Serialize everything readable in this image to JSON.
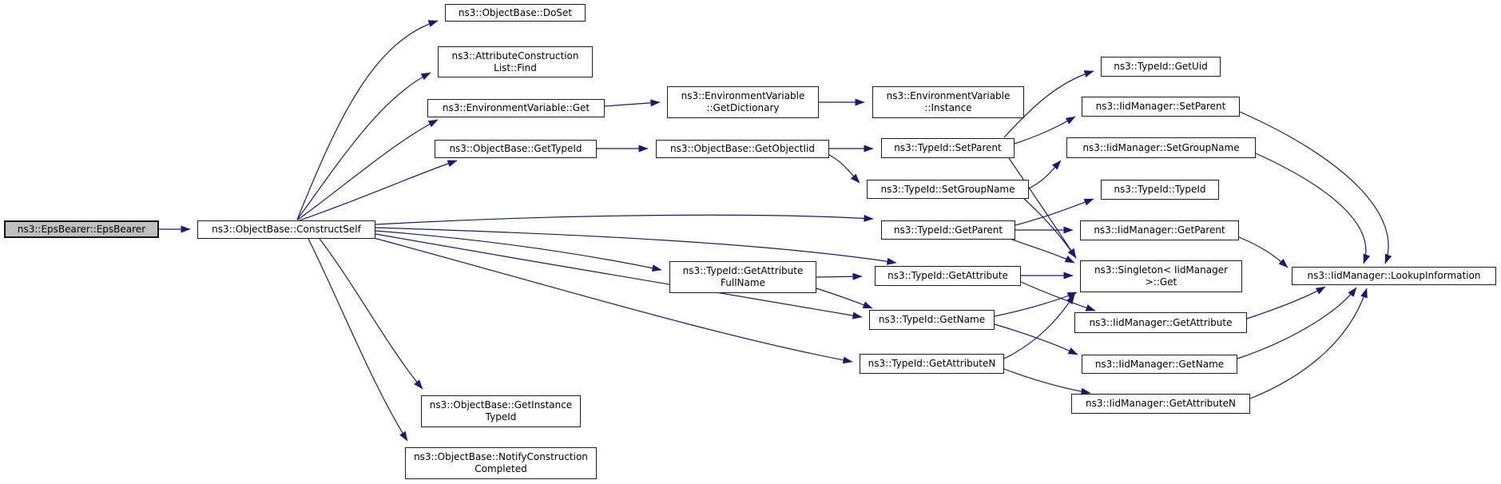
{
  "diagram": {
    "type": "call-graph",
    "background_color": "#ffffff",
    "edge_color": "#191970",
    "node_fill": "#ffffff",
    "node_border_color": "#1c1c1c",
    "highlight_node_fill": "#bfbfbf",
    "nodes": [
      {
        "id": "eps-bearer",
        "label": "ns3::EpsBearer::EpsBearer"
      },
      {
        "id": "construct-self",
        "label": "ns3::ObjectBase::ConstructSelf"
      },
      {
        "id": "do-set",
        "label": "ns3::ObjectBase::DoSet"
      },
      {
        "id": "attribute-construction-list-find",
        "label": "ns3::AttributeConstruction\nList::Find"
      },
      {
        "id": "environment-variable-get",
        "label": "ns3::EnvironmentVariable::Get"
      },
      {
        "id": "object-base-get-typeid",
        "label": "ns3::ObjectBase::GetTypeId"
      },
      {
        "id": "environment-variable-get-dictionary",
        "label": "ns3::EnvironmentVariable\n::GetDictionary"
      },
      {
        "id": "object-base-get-objectiid",
        "label": "ns3::ObjectBase::GetObjectIid"
      },
      {
        "id": "environment-variable-instance",
        "label": "ns3::EnvironmentVariable\n::Instance"
      },
      {
        "id": "typeid-set-parent",
        "label": "ns3::TypeId::SetParent"
      },
      {
        "id": "typeid-set-group-name",
        "label": "ns3::TypeId::SetGroupName"
      },
      {
        "id": "typeid-get-parent",
        "label": "ns3::TypeId::GetParent"
      },
      {
        "id": "typeid-get-attribute",
        "label": "ns3::TypeId::GetAttribute"
      },
      {
        "id": "typeid-get-name",
        "label": "ns3::TypeId::GetName"
      },
      {
        "id": "typeid-get-attribute-n",
        "label": "ns3::TypeId::GetAttributeN"
      },
      {
        "id": "typeid-get-attribute-full-name",
        "label": "ns3::TypeId::GetAttribute\nFullName"
      },
      {
        "id": "object-base-get-instance-typeid",
        "label": "ns3::ObjectBase::GetInstance\nTypeId"
      },
      {
        "id": "object-base-notify-construction-completed",
        "label": "ns3::ObjectBase::NotifyConstruction\nCompleted"
      },
      {
        "id": "typeid-get-uid",
        "label": "ns3::TypeId::GetUid"
      },
      {
        "id": "iid-manager-set-parent",
        "label": "ns3::IidManager::SetParent"
      },
      {
        "id": "iid-manager-set-group-name",
        "label": "ns3::IidManager::SetGroupName"
      },
      {
        "id": "typeid-typeid",
        "label": "ns3::TypeId::TypeId"
      },
      {
        "id": "iid-manager-get-parent",
        "label": "ns3::IidManager::GetParent"
      },
      {
        "id": "singleton-iid-manager-get",
        "label": "ns3::Singleton< IidManager\n>::Get"
      },
      {
        "id": "iid-manager-get-attribute",
        "label": "ns3::IidManager::GetAttribute"
      },
      {
        "id": "iid-manager-get-name",
        "label": "ns3::IidManager::GetName"
      },
      {
        "id": "iid-manager-get-attribute-n",
        "label": "ns3::IidManager::GetAttributeN"
      },
      {
        "id": "iid-manager-lookup-information",
        "label": "ns3::IidManager::LookupInformation"
      }
    ],
    "edges": [
      {
        "from": "eps-bearer",
        "to": "construct-self"
      },
      {
        "from": "construct-self",
        "to": "do-set"
      },
      {
        "from": "construct-self",
        "to": "attribute-construction-list-find"
      },
      {
        "from": "construct-self",
        "to": "environment-variable-get"
      },
      {
        "from": "construct-self",
        "to": "object-base-get-typeid"
      },
      {
        "from": "construct-self",
        "to": "typeid-get-parent"
      },
      {
        "from": "construct-self",
        "to": "typeid-get-attribute"
      },
      {
        "from": "construct-self",
        "to": "typeid-get-attribute-full-name"
      },
      {
        "from": "construct-self",
        "to": "typeid-get-name"
      },
      {
        "from": "construct-self",
        "to": "typeid-get-attribute-n"
      },
      {
        "from": "construct-self",
        "to": "object-base-get-instance-typeid"
      },
      {
        "from": "construct-self",
        "to": "object-base-notify-construction-completed"
      },
      {
        "from": "environment-variable-get",
        "to": "environment-variable-get-dictionary"
      },
      {
        "from": "environment-variable-get-dictionary",
        "to": "environment-variable-instance"
      },
      {
        "from": "object-base-get-typeid",
        "to": "object-base-get-objectiid"
      },
      {
        "from": "object-base-get-objectiid",
        "to": "typeid-set-parent"
      },
      {
        "from": "object-base-get-objectiid",
        "to": "typeid-set-group-name"
      },
      {
        "from": "typeid-set-parent",
        "to": "typeid-get-uid"
      },
      {
        "from": "typeid-set-parent",
        "to": "iid-manager-set-parent"
      },
      {
        "from": "typeid-set-parent",
        "to": "singleton-iid-manager-get"
      },
      {
        "from": "typeid-set-group-name",
        "to": "iid-manager-set-group-name"
      },
      {
        "from": "typeid-set-group-name",
        "to": "singleton-iid-manager-get"
      },
      {
        "from": "typeid-get-parent",
        "to": "iid-manager-get-parent"
      },
      {
        "from": "typeid-get-parent",
        "to": "typeid-typeid"
      },
      {
        "from": "typeid-get-parent",
        "to": "singleton-iid-manager-get"
      },
      {
        "from": "typeid-get-attribute",
        "to": "singleton-iid-manager-get"
      },
      {
        "from": "typeid-get-attribute",
        "to": "iid-manager-get-attribute"
      },
      {
        "from": "typeid-get-name",
        "to": "singleton-iid-manager-get"
      },
      {
        "from": "typeid-get-name",
        "to": "iid-manager-get-name"
      },
      {
        "from": "typeid-get-attribute-n",
        "to": "singleton-iid-manager-get"
      },
      {
        "from": "typeid-get-attribute-n",
        "to": "iid-manager-get-attribute-n"
      },
      {
        "from": "typeid-get-attribute-full-name",
        "to": "typeid-get-attribute"
      },
      {
        "from": "typeid-get-attribute-full-name",
        "to": "typeid-get-name"
      },
      {
        "from": "iid-manager-set-parent",
        "to": "iid-manager-lookup-information"
      },
      {
        "from": "iid-manager-set-group-name",
        "to": "iid-manager-lookup-information"
      },
      {
        "from": "iid-manager-get-parent",
        "to": "iid-manager-lookup-information"
      },
      {
        "from": "iid-manager-get-attribute",
        "to": "iid-manager-lookup-information"
      },
      {
        "from": "iid-manager-get-name",
        "to": "iid-manager-lookup-information"
      },
      {
        "from": "iid-manager-get-attribute-n",
        "to": "iid-manager-lookup-information"
      }
    ]
  }
}
